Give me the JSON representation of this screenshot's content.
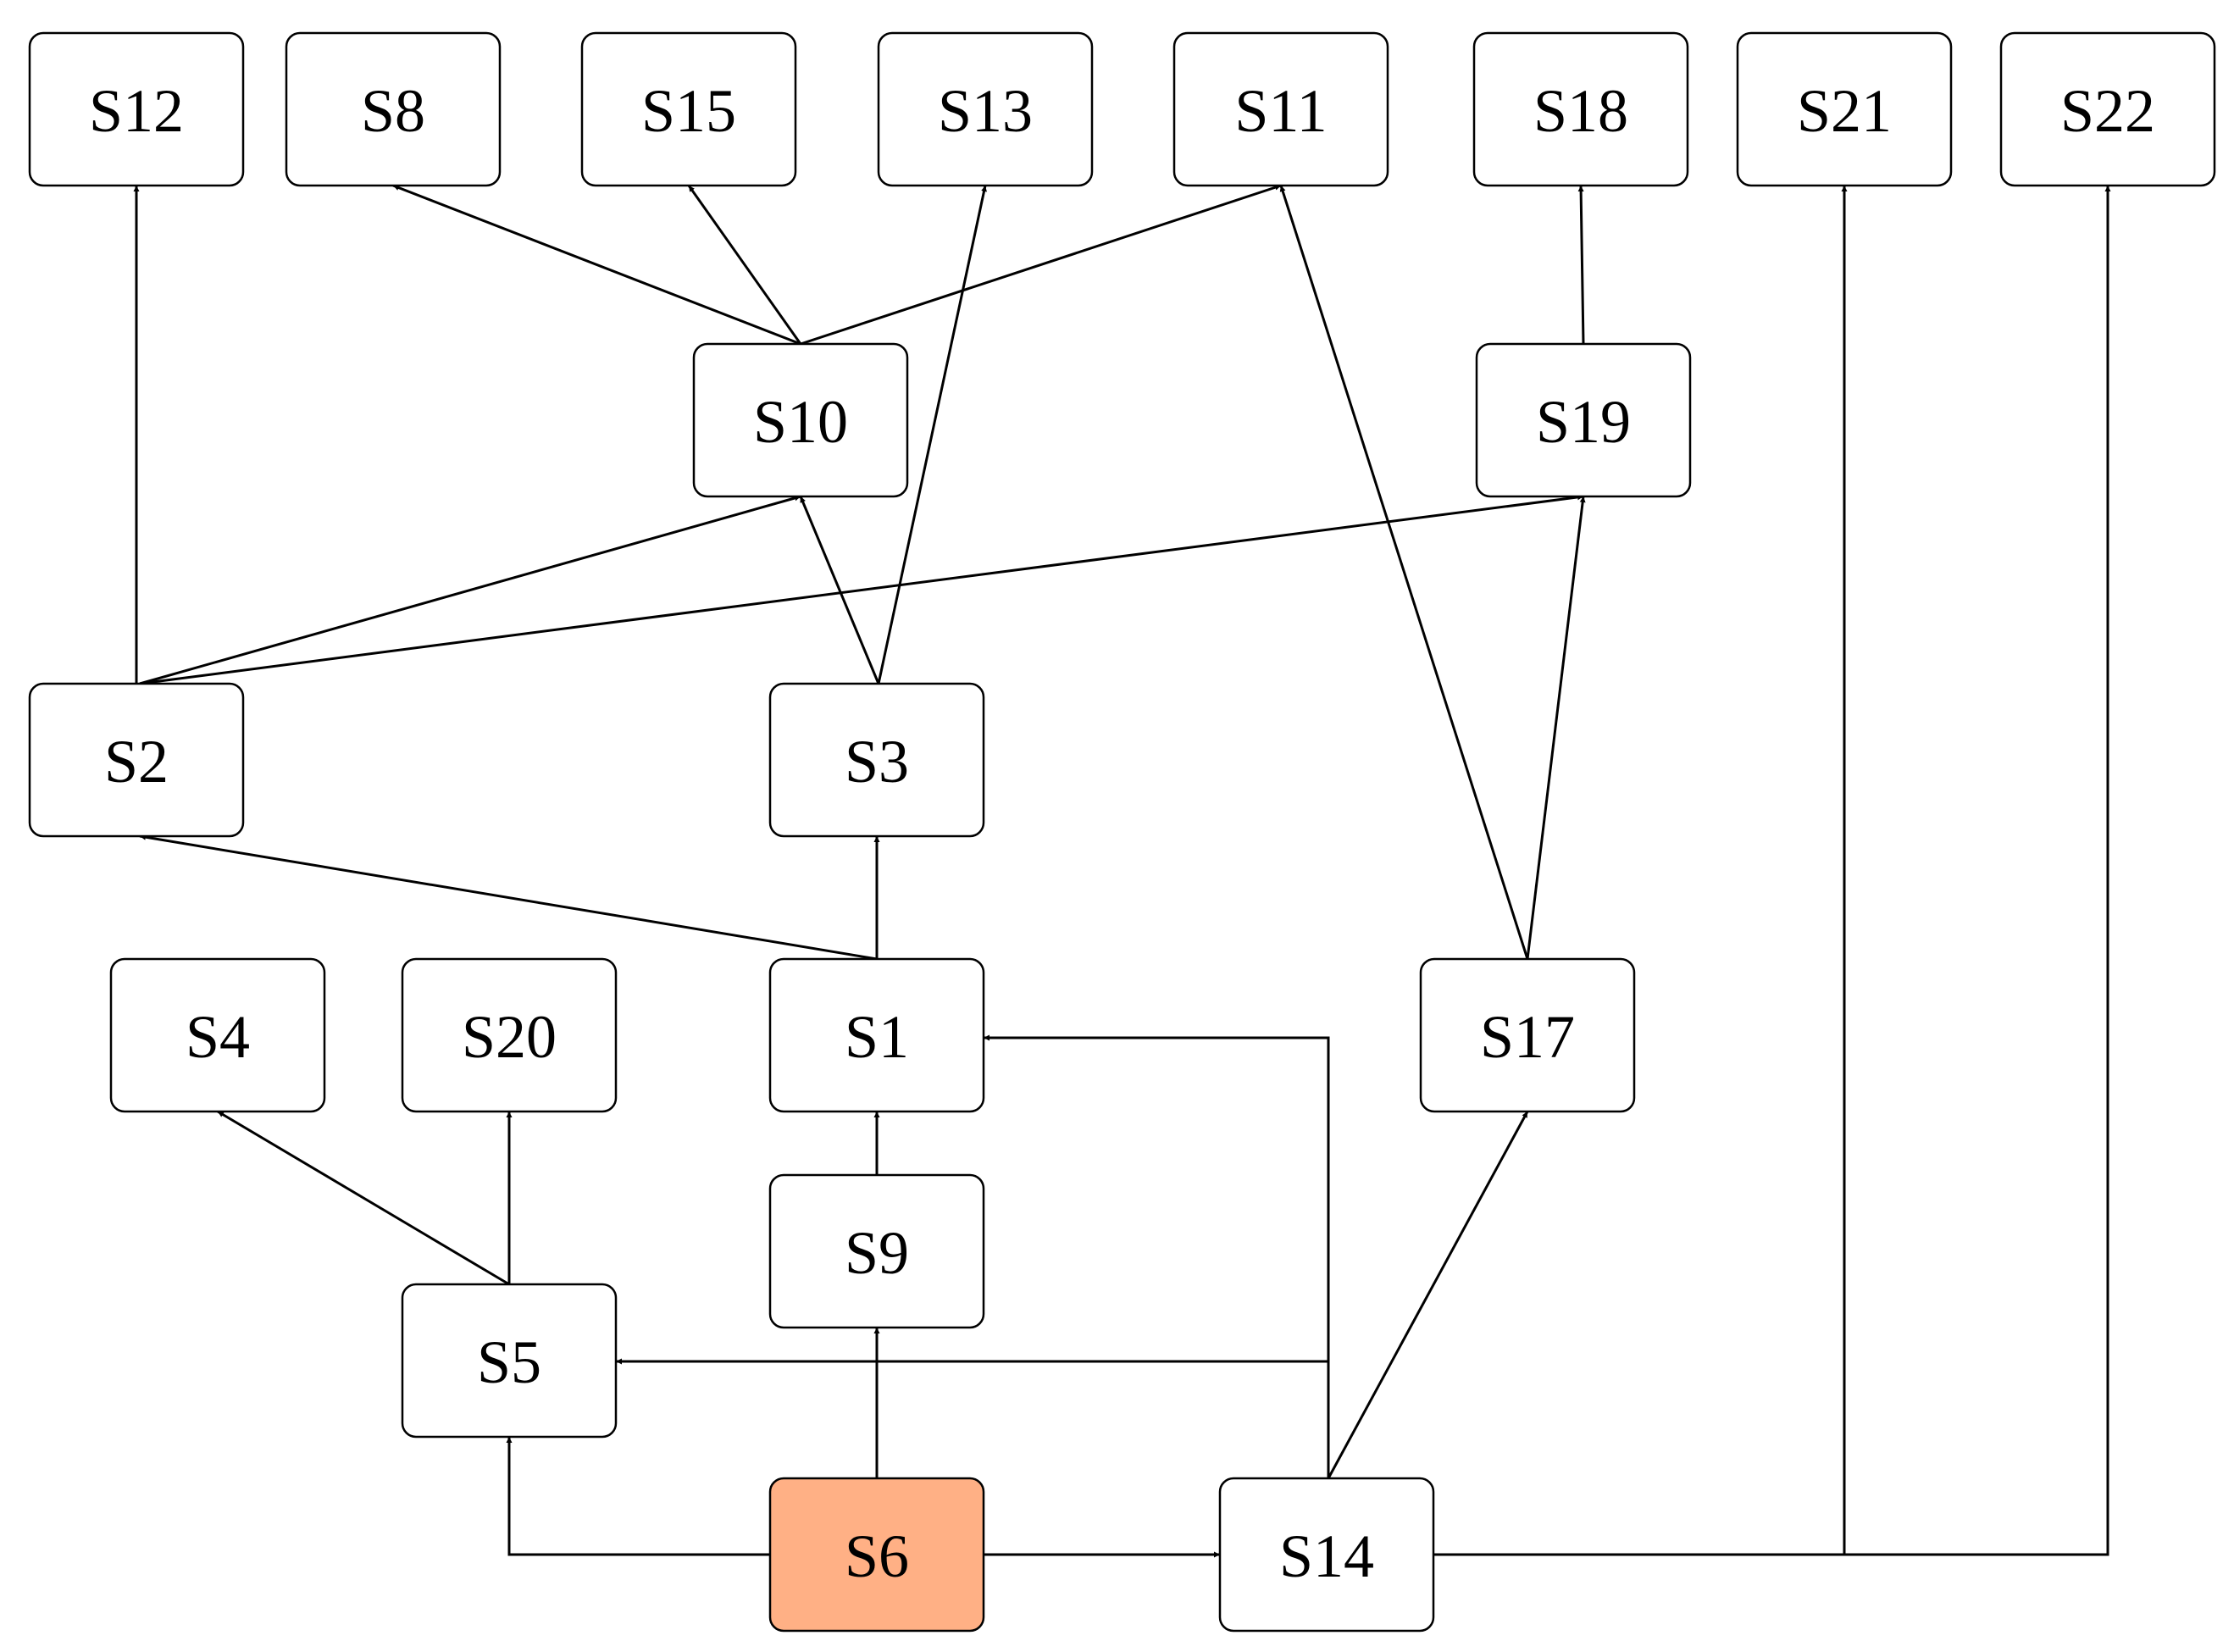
{
  "diagram": {
    "root_fill": "#ffb085",
    "nodes": [
      {
        "id": "S12",
        "label": "S12"
      },
      {
        "id": "S8",
        "label": "S8"
      },
      {
        "id": "S15",
        "label": "S15"
      },
      {
        "id": "S13",
        "label": "S13"
      },
      {
        "id": "S11",
        "label": "S11"
      },
      {
        "id": "S18",
        "label": "S18"
      },
      {
        "id": "S21",
        "label": "S21"
      },
      {
        "id": "S22",
        "label": "S22"
      },
      {
        "id": "S10",
        "label": "S10"
      },
      {
        "id": "S19",
        "label": "S19"
      },
      {
        "id": "S2",
        "label": "S2"
      },
      {
        "id": "S3",
        "label": "S3"
      },
      {
        "id": "S4",
        "label": "S4"
      },
      {
        "id": "S20",
        "label": "S20"
      },
      {
        "id": "S1",
        "label": "S1"
      },
      {
        "id": "S17",
        "label": "S17"
      },
      {
        "id": "S9",
        "label": "S9"
      },
      {
        "id": "S5",
        "label": "S5"
      },
      {
        "id": "S6",
        "label": "S6",
        "highlighted": true
      },
      {
        "id": "S14",
        "label": "S14"
      }
    ],
    "edges": [
      {
        "from": "S6",
        "to": "S5"
      },
      {
        "from": "S6",
        "to": "S9"
      },
      {
        "from": "S6",
        "to": "S14"
      },
      {
        "from": "S14",
        "to": "S5"
      },
      {
        "from": "S14",
        "to": "S1"
      },
      {
        "from": "S14",
        "to": "S17"
      },
      {
        "from": "S14",
        "to": "S21"
      },
      {
        "from": "S14",
        "to": "S22"
      },
      {
        "from": "S9",
        "to": "S1"
      },
      {
        "from": "S5",
        "to": "S4"
      },
      {
        "from": "S5",
        "to": "S20"
      },
      {
        "from": "S1",
        "to": "S2"
      },
      {
        "from": "S1",
        "to": "S3"
      },
      {
        "from": "S17",
        "to": "S11"
      },
      {
        "from": "S17",
        "to": "S19"
      },
      {
        "from": "S2",
        "to": "S12"
      },
      {
        "from": "S2",
        "to": "S10"
      },
      {
        "from": "S2",
        "to": "S19"
      },
      {
        "from": "S3",
        "to": "S10"
      },
      {
        "from": "S3",
        "to": "S13"
      },
      {
        "from": "S10",
        "to": "S8"
      },
      {
        "from": "S10",
        "to": "S15"
      },
      {
        "from": "S10",
        "to": "S11"
      },
      {
        "from": "S19",
        "to": "S18"
      }
    ]
  }
}
